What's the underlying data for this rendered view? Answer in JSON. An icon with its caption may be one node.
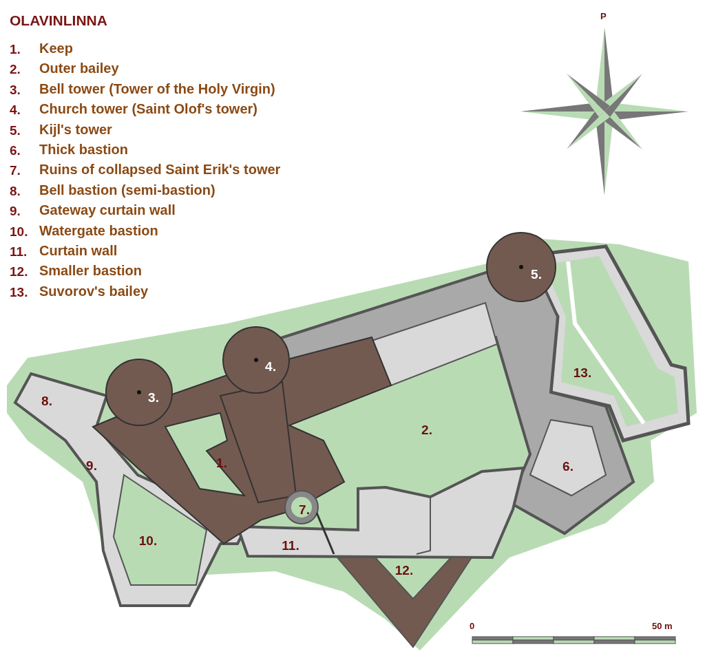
{
  "diagram": {
    "title": "OLAVINLINNA",
    "labels": [
      "1.",
      "Keep",
      "2.",
      "Outer bailey",
      "3.",
      "Bell tower (Tower of the Holy Virgin)",
      "4.",
      "Church tower (Saint Olof's tower)",
      "5.",
      "Kijl's tower",
      "6.",
      "Thick bastion",
      "7.",
      "Ruins of collapsed Saint Erik's tower",
      "8.",
      "Bell bastion (semi-bastion)",
      "9.",
      "Gateway curtain wall",
      "10.",
      "Watergate bastion",
      "11.",
      "Curtain wall",
      "12.",
      "Smaller bastion",
      "13.",
      "Suvorov's bailey",
      "8.",
      "3.",
      "4.",
      "5.",
      "13.",
      "2.",
      "9.",
      "1.",
      "6.",
      "7.",
      "10.",
      "11.",
      "12.",
      "P",
      "0",
      "50 m"
    ]
  }
}
